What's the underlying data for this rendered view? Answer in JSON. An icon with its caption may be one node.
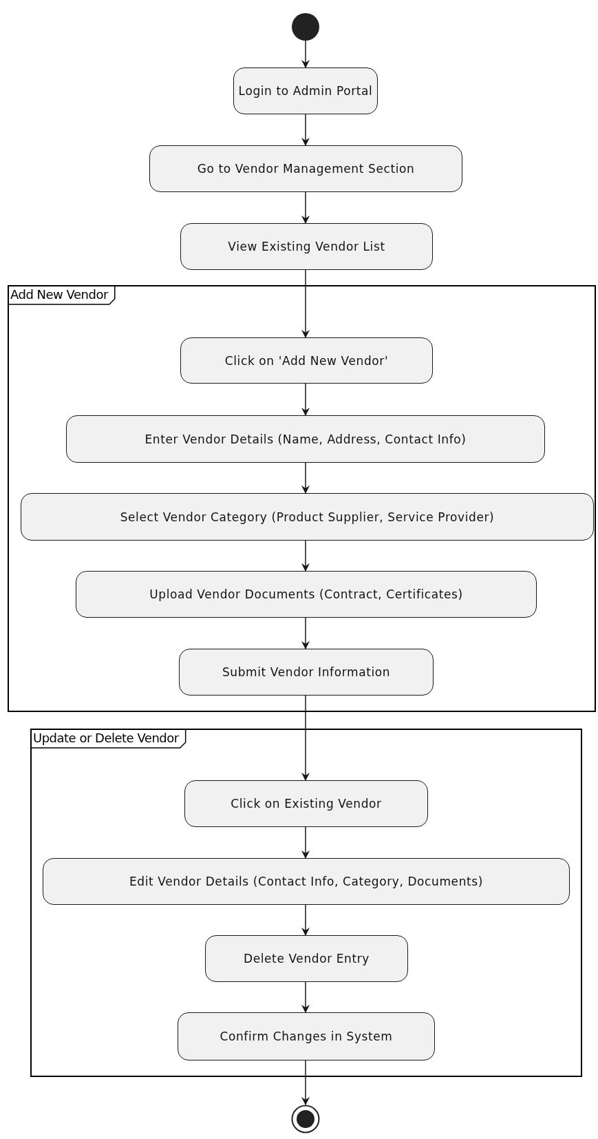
{
  "diagram": {
    "nodes": [
      {
        "text": [],
        "shape": "circle"
      },
      {
        "text": [
          "Login to Admin Portal"
        ]
      },
      {
        "text": [
          "Go to Vendor Management Section"
        ]
      },
      {
        "text": [
          "View Existing Vendor List"
        ]
      },
      {
        "text": [
          "Add New Vendor"
        ]
      },
      {
        "text": [
          "Click on 'Add New Vendor'"
        ],
        "in": 4
      },
      {
        "text": [
          "Enter Vendor Details (Name, Address, Contact Info)"
        ],
        "in": 4
      },
      {
        "text": [
          "Select Vendor Category (Product Supplier, Service Provider)"
        ],
        "in": 4
      },
      {
        "text": [
          "Upload Vendor Documents (Contract, Certificates)"
        ],
        "in": 4
      },
      {
        "text": [
          "Submit Vendor Information"
        ],
        "in": 4
      },
      {
        "text": [
          "Update or Delete Vendor"
        ]
      },
      {
        "text": [
          "Click on Existing Vendor"
        ],
        "in": 10
      },
      {
        "text": [
          "Edit Vendor Details (Contact Info, Category, Documents)"
        ],
        "in": 10
      },
      {
        "text": [
          "Delete Vendor Entry"
        ],
        "in": 10
      },
      {
        "text": [
          "Confirm Changes in System"
        ],
        "in": 10
      },
      {
        "text": [],
        "shape": "circle"
      }
    ],
    "edges": [
      {
        "from": 0,
        "to": 1,
        "arrow": "to"
      },
      {
        "from": 1,
        "to": 2,
        "arrow": "to"
      },
      {
        "from": 2,
        "to": 3,
        "arrow": "to"
      },
      {
        "from": 3,
        "to": 5,
        "arrow": "to"
      },
      {
        "from": 5,
        "to": 6,
        "arrow": "to"
      },
      {
        "from": 6,
        "to": 7,
        "arrow": "to"
      },
      {
        "from": 7,
        "to": 8,
        "arrow": "to"
      },
      {
        "from": 8,
        "to": 9,
        "arrow": "to"
      },
      {
        "from": 9,
        "to": 11,
        "arrow": "to"
      },
      {
        "from": 11,
        "to": 12,
        "arrow": "to"
      },
      {
        "from": 12,
        "to": 13,
        "arrow": "to"
      },
      {
        "from": 13,
        "to": 14,
        "arrow": "to"
      },
      {
        "from": 14,
        "to": 15,
        "arrow": "to"
      }
    ]
  }
}
